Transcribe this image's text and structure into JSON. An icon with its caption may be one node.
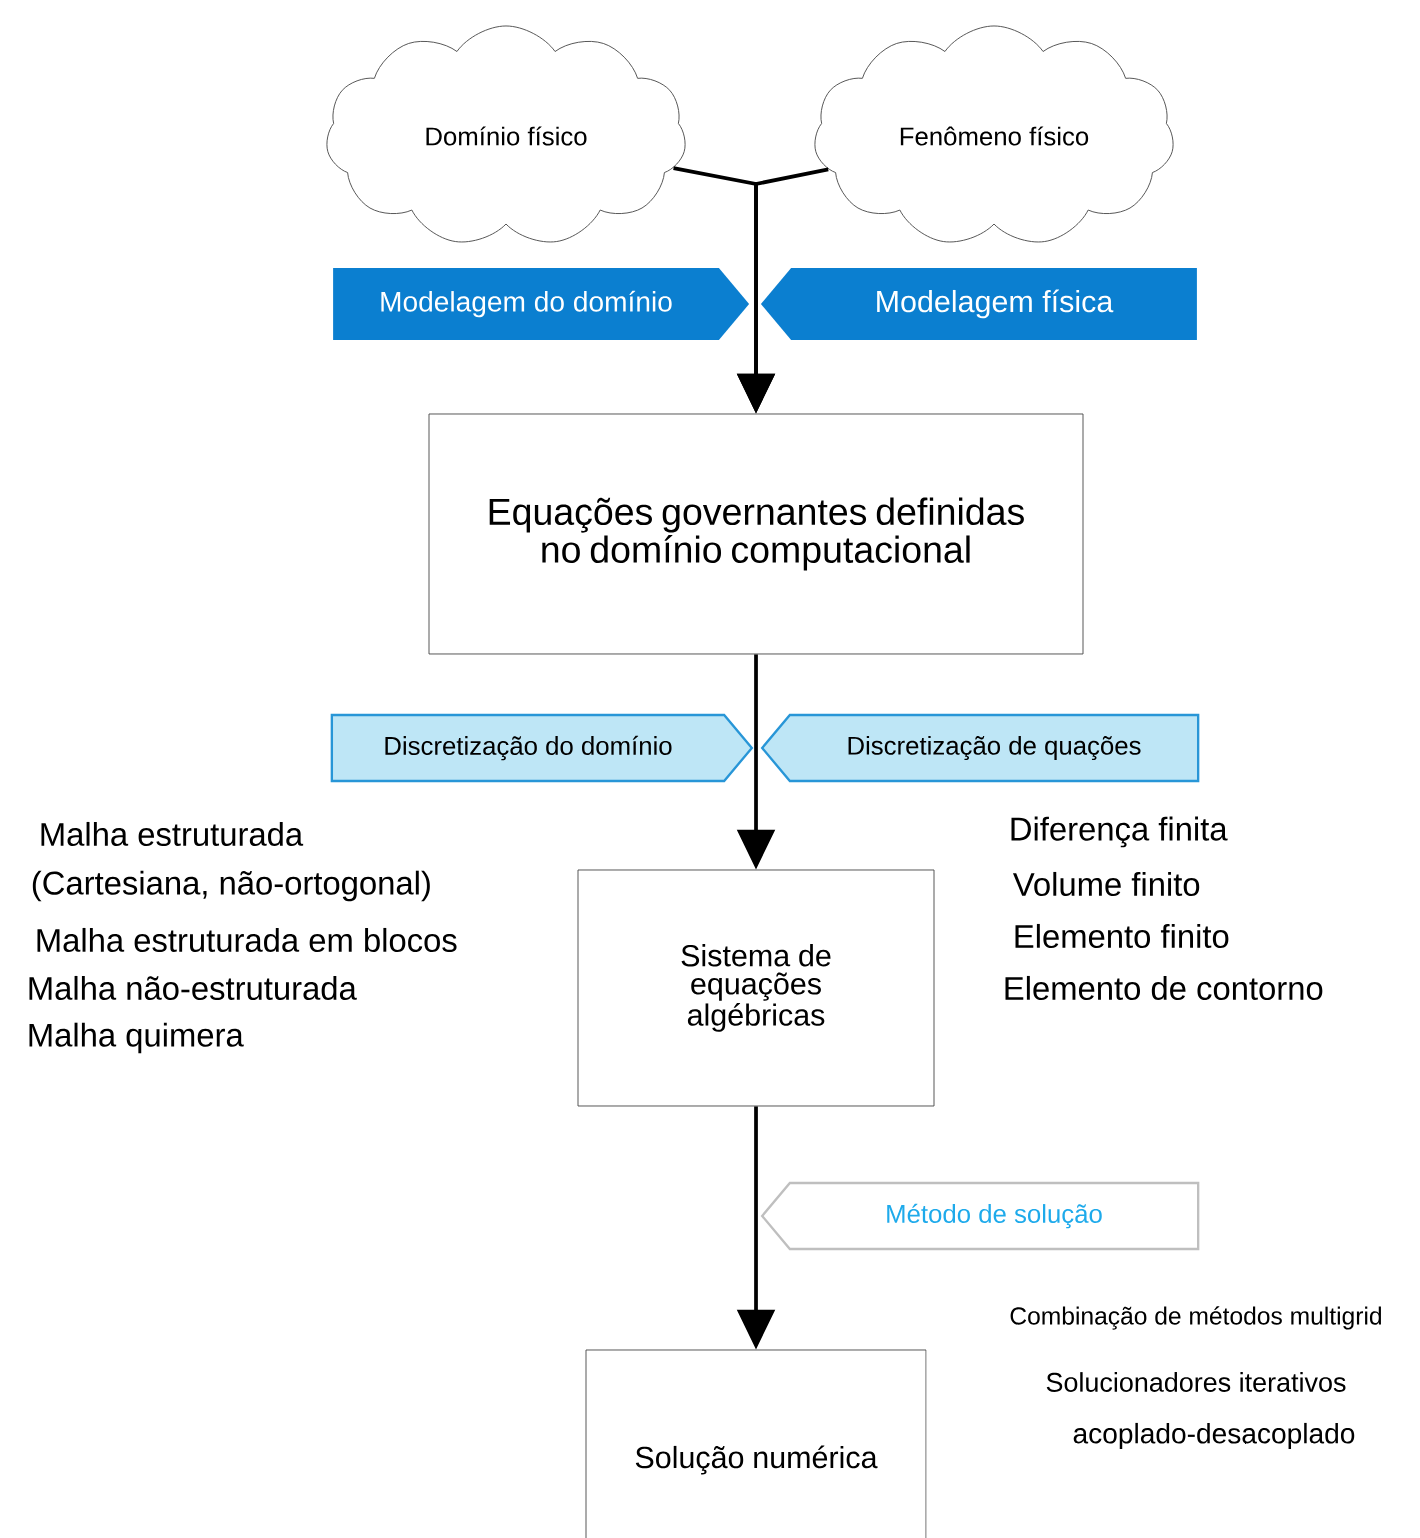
{
  "diagram": {
    "nodes": [
      {
        "text": [
          "Domínio físico"
        ]
      },
      {
        "text": [
          "Fenômeno físico"
        ]
      },
      {
        "text": [
          "Equações governantes definidas no domínio computacional"
        ]
      },
      {
        "text": [
          "Sistema de equações algébricas"
        ]
      },
      {
        "text": [
          "Solução numérica"
        ]
      },
      {
        "text": [
          "Modelagem do domínio"
        ]
      },
      {
        "text": [
          "Modelagem física"
        ]
      },
      {
        "text": [
          "Discretização do domínio"
        ]
      },
      {
        "text": [
          "Discretização de quações"
        ]
      },
      {
        "text": [
          "Método de solução"
        ]
      }
    ],
    "edges": [
      {
        "from": 0,
        "to": 2,
        "arrow": "to"
      },
      {
        "from": 1,
        "to": 2,
        "arrow": "to"
      },
      {
        "from": 2,
        "to": 3,
        "arrow": "to"
      },
      {
        "from": 3,
        "to": 4,
        "arrow": "to"
      }
    ],
    "labels": [
      "Malha estruturada",
      "(Cartesiana, não-ortogonal)",
      "Malha estruturada em blocos",
      "Malha não-estruturada",
      "Malha quimera",
      "Diferença finita",
      "Volume finito",
      "Elemento finito",
      "Elemento de contorno",
      "Combinação de métodos multigrid",
      "Solucionadores iterativos",
      "acoplado-desacoplado"
    ]
  }
}
